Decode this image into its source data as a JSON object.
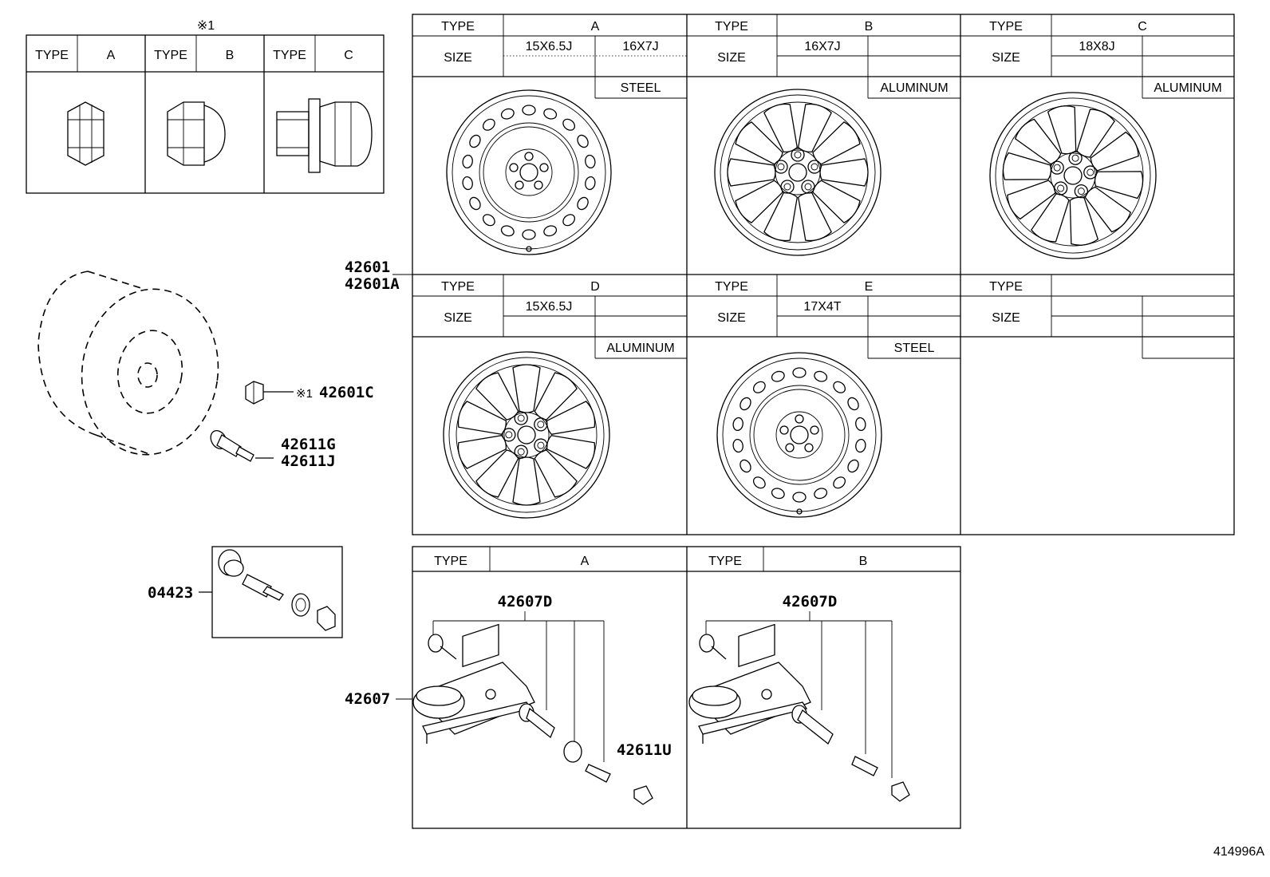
{
  "nut_table": {
    "note_mark": "※1",
    "headers": [
      {
        "type_label": "TYPE",
        "type_value": "A"
      },
      {
        "type_label": "TYPE",
        "type_value": "B"
      },
      {
        "type_label": "TYPE",
        "type_value": "C"
      }
    ]
  },
  "wheel_table": {
    "wheels": [
      {
        "type_label": "TYPE",
        "type_value": "A",
        "size_label": "SIZE",
        "size1": "15X6.5J",
        "size2": "16X7J",
        "material": "STEEL"
      },
      {
        "type_label": "TYPE",
        "type_value": "B",
        "size_label": "SIZE",
        "size1": "16X7J",
        "size2": "",
        "material": "ALUMINUM"
      },
      {
        "type_label": "TYPE",
        "type_value": "C",
        "size_label": "SIZE",
        "size1": "18X8J",
        "size2": "",
        "material": "ALUMINUM"
      },
      {
        "type_label": "TYPE",
        "type_value": "D",
        "size_label": "SIZE",
        "size1": "15X6.5J",
        "size2": "",
        "material": "ALUMINUM"
      },
      {
        "type_label": "TYPE",
        "type_value": "E",
        "size_label": "SIZE",
        "size1": "17X4T",
        "size2": "",
        "material": "STEEL"
      },
      {
        "type_label": "TYPE",
        "type_value": "",
        "size_label": "SIZE",
        "size1": "",
        "size2": "",
        "material": ""
      }
    ]
  },
  "sensor_table": {
    "sensors": [
      {
        "type_label": "TYPE",
        "type_value": "A",
        "part": "42607D"
      },
      {
        "type_label": "TYPE",
        "type_value": "B",
        "part": "42607D"
      }
    ]
  },
  "callouts": {
    "wheel_main": "42601",
    "wheel_alt": "42601A",
    "nut_mark": "※1",
    "nut": "42601C",
    "valve_g": "42611G",
    "valve_j": "42611J",
    "kit": "04423",
    "sensor": "42607",
    "cap": "42611U"
  },
  "figure_id": "414996A"
}
